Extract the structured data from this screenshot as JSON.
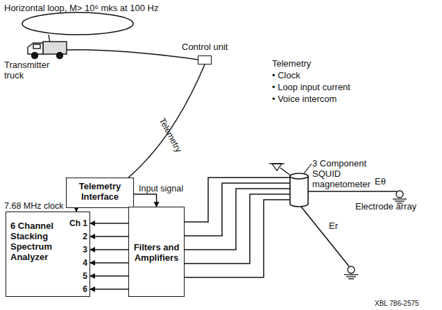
{
  "diagram": {
    "nodes": [
      {
        "text": [
          "Control unit"
        ]
      },
      {
        "text": [
          "Telemetry Interface"
        ]
      },
      {
        "text": [
          "6 Channel Stacking Spectrum Analyzer"
        ]
      },
      {
        "text": [
          "Filters and Amplifiers"
        ]
      },
      {
        "text": [
          "3 Component SQUID magnetometer"
        ]
      }
    ],
    "edges": [
      {
        "from": 0,
        "to": 1,
        "label": "Telemetry",
        "arrow": "none"
      },
      {
        "from": 1,
        "to": 2,
        "label": "7.68 MHz clock",
        "arrow": "to"
      },
      {
        "from": 1,
        "to": 3,
        "label": "Input signal",
        "arrow": "to"
      },
      {
        "from": 3,
        "to": 2,
        "arrow": "to"
      },
      {
        "from": 3,
        "to": 2,
        "arrow": "to"
      },
      {
        "from": 3,
        "to": 2,
        "arrow": "to"
      },
      {
        "from": 3,
        "to": 2,
        "arrow": "to"
      },
      {
        "from": 3,
        "to": 2,
        "arrow": "to"
      },
      {
        "from": 3,
        "to": 2,
        "arrow": "to"
      },
      {
        "from": 4,
        "to": 3,
        "arrow": "none"
      },
      {
        "from": 4,
        "to": 3,
        "arrow": "none"
      },
      {
        "from": 4,
        "to": 3,
        "arrow": "none"
      },
      {
        "from": 4,
        "to": 3,
        "arrow": "none"
      },
      {
        "from": 4,
        "to": 3,
        "arrow": "none"
      }
    ],
    "labels": [
      "Horizontal loop, M> 10⁶ mks at 100 Hz",
      "Transmitter truck",
      "Telemetry",
      "• Clock",
      "• Loop input current",
      "• Voice intercom",
      "Ch 1",
      "2",
      "3",
      "4",
      "5",
      "6",
      "Eθ",
      "Electrode array",
      "Er",
      "XBL 786-2575"
    ]
  }
}
